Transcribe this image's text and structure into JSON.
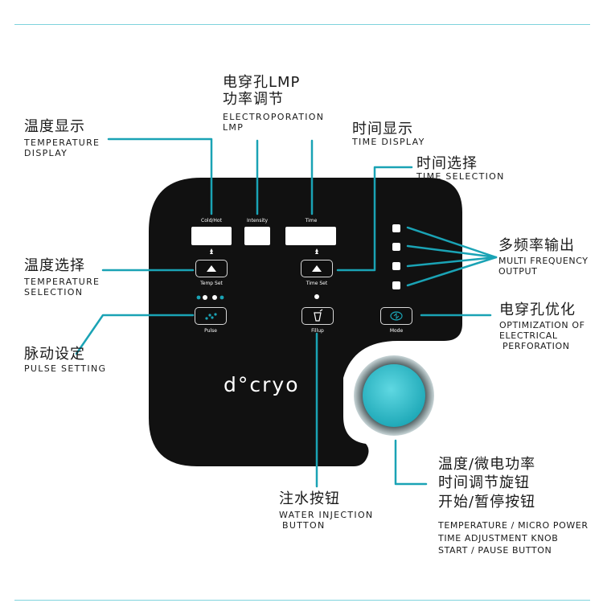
{
  "panel": {
    "display_left": "Cold/Hot",
    "display_mid": "Intensity",
    "display_right": "Time",
    "temp_set": "Temp Set",
    "time_set": "Time Set",
    "pulse": "Pulse",
    "fillup": "Fillup",
    "mode": "Mode",
    "brand": "d°cryo"
  },
  "callouts": {
    "electroporation": {
      "cn1": "电穿孔LMP",
      "cn2": "功率调节",
      "en1": "ELECTROPORATION",
      "en2": "LMP"
    },
    "temp_display": {
      "cn": "温度显示",
      "en1": "TEMPERATURE",
      "en2": "DISPLAY"
    },
    "time_display": {
      "cn": "时间显示",
      "en": "TIME DISPLAY"
    },
    "time_selection": {
      "cn": "时间选择",
      "en": "TIME SELECTION"
    },
    "temp_selection": {
      "cn": "温度选择",
      "en1": "TEMPERATURE",
      "en2": "SELECTION"
    },
    "multi_freq": {
      "cn": "多频率输出",
      "en1": "MULTI FREQUENCY",
      "en2": "OUTPUT"
    },
    "opt_electro": {
      "cn": "电穿孔优化",
      "en1": "OPTIMIZATION OF",
      "en2": "ELECTRICAL",
      "en3": "PERFORATION"
    },
    "pulse_setting": {
      "cn": "脉动设定",
      "en": "PULSE SETTING"
    },
    "water_injection": {
      "cn": "注水按钮",
      "en1": "WATER INJECTION",
      "en2": "BUTTON"
    },
    "knob": {
      "cn1": "温度/微电功率",
      "cn2": "时间调节旋钮",
      "cn3": "开始/暂停按钮",
      "en1": "TEMPERATURE / MICRO POWER",
      "en2": "TIME ADJUSTMENT KNOB",
      "en3": "START / PAUSE BUTTON"
    }
  },
  "colors": {
    "accent": "#1aa3b5",
    "panel": "#111111",
    "knob": "#3cc3cf",
    "rule": "#7fd3dd"
  }
}
